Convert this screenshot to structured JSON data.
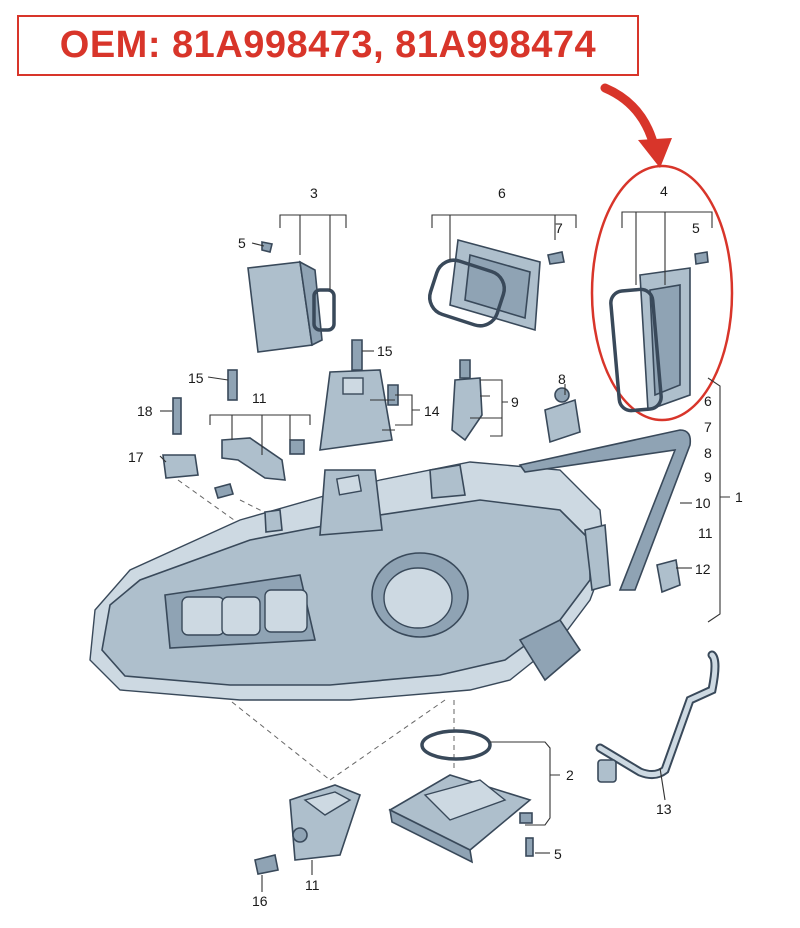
{
  "oem_label": "OEM: 81A998473, 81A998474",
  "highlight_color": "#d8352a",
  "callouts": {
    "c1": "1",
    "c2": "2",
    "c3": "3",
    "c4": "4",
    "c5a": "5",
    "c5b": "5",
    "c5c": "5",
    "c6a": "6",
    "c6b": "6",
    "c7a": "7",
    "c7b": "7",
    "c8a": "8",
    "c8b": "8",
    "c9a": "9",
    "c9b": "9",
    "c10": "10",
    "c11a": "11",
    "c11b": "11",
    "c11c": "11",
    "c12": "12",
    "c13": "13",
    "c14": "14",
    "c15a": "15",
    "c15b": "15",
    "c16": "16",
    "c17": "17",
    "c18": "18"
  }
}
